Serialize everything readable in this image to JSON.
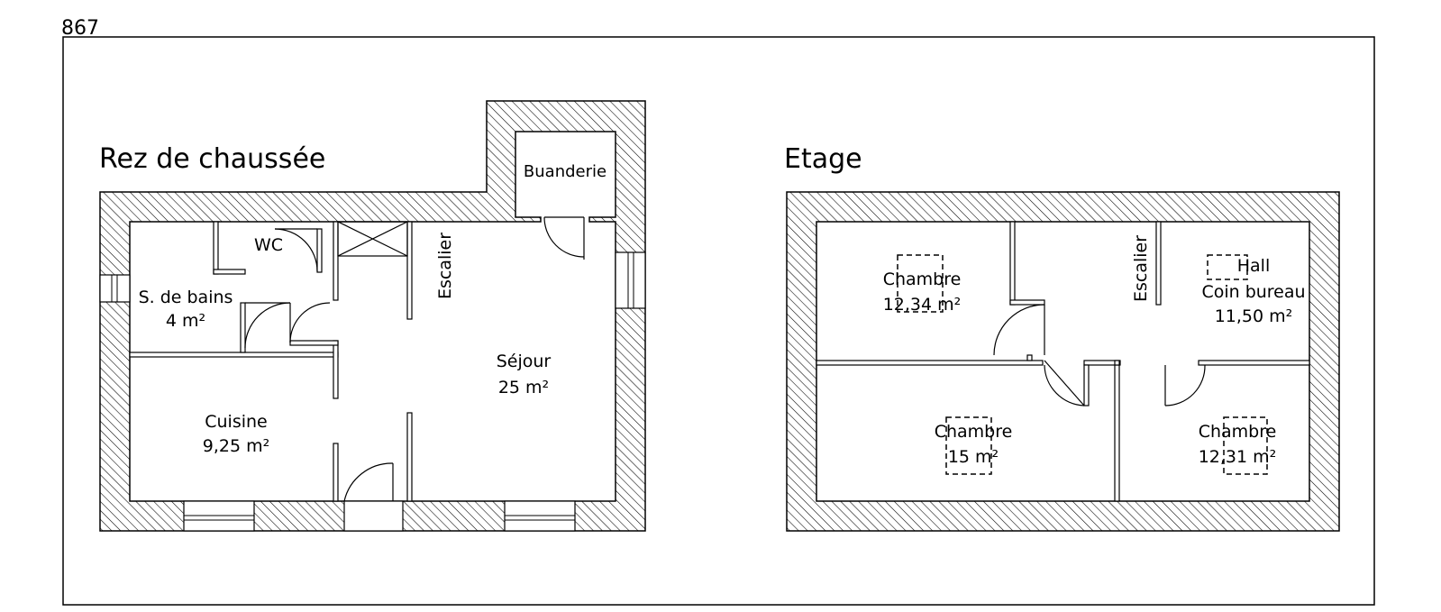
{
  "sheet_number": "867",
  "ground_floor": {
    "title": "Rez de chaussée",
    "rooms": [
      {
        "name": "Buanderie",
        "area": ""
      },
      {
        "name": "WC",
        "area": ""
      },
      {
        "name": "S. de bains",
        "area": "4 m²"
      },
      {
        "name": "Escalier",
        "area": ""
      },
      {
        "name": "Séjour",
        "area": "25 m²"
      },
      {
        "name": "Cuisine",
        "area": "9,25 m²"
      }
    ]
  },
  "upper_floor": {
    "title": "Etage",
    "rooms": [
      {
        "name": "Chambre",
        "area": "12,34 m²"
      },
      {
        "name": "Escalier",
        "area": ""
      },
      {
        "name": "Hall",
        "area": ""
      },
      {
        "name": "Coin bureau",
        "area": "11,50 m²"
      },
      {
        "name": "Chambre",
        "area": "15 m²"
      },
      {
        "name": "Chambre",
        "area": "12,31 m²"
      }
    ]
  },
  "colors": {
    "line": "#000000",
    "background": "#ffffff"
  }
}
